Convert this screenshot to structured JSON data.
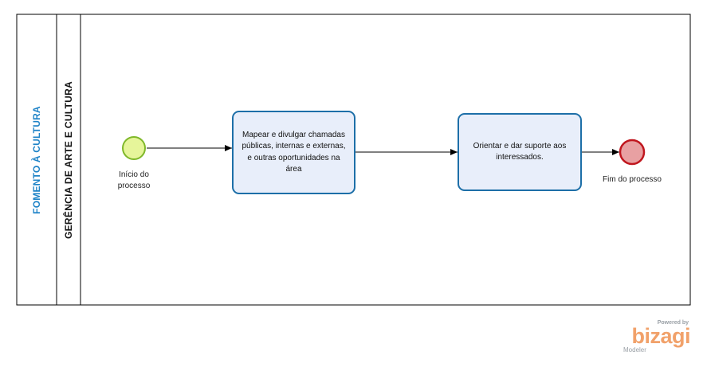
{
  "pool": {
    "label": "FOMENTO À CULTURA"
  },
  "lane": {
    "label": "GERÊNCIA DE ARTE E CULTURA"
  },
  "start_event": {
    "label": "Início do processo"
  },
  "tasks": [
    {
      "label": "Mapear e divulgar chamadas públicas, internas e externas, e outras oportunidades na área"
    },
    {
      "label": "Orientar e dar suporte aos interessados."
    }
  ],
  "end_event": {
    "label": "Fim do processo"
  },
  "watermark": {
    "powered": "Powered by",
    "brand": "bizagi",
    "product": "Modeler"
  },
  "colors": {
    "pool_label": "#1e83c7",
    "task_fill": "#e8eefa",
    "task_border": "#1d6fa8",
    "start_fill": "#e6f59a",
    "start_border": "#7fb82a",
    "end_fill": "#e8a0a2",
    "end_border": "#c0161e",
    "watermark": "#f1a16a"
  }
}
